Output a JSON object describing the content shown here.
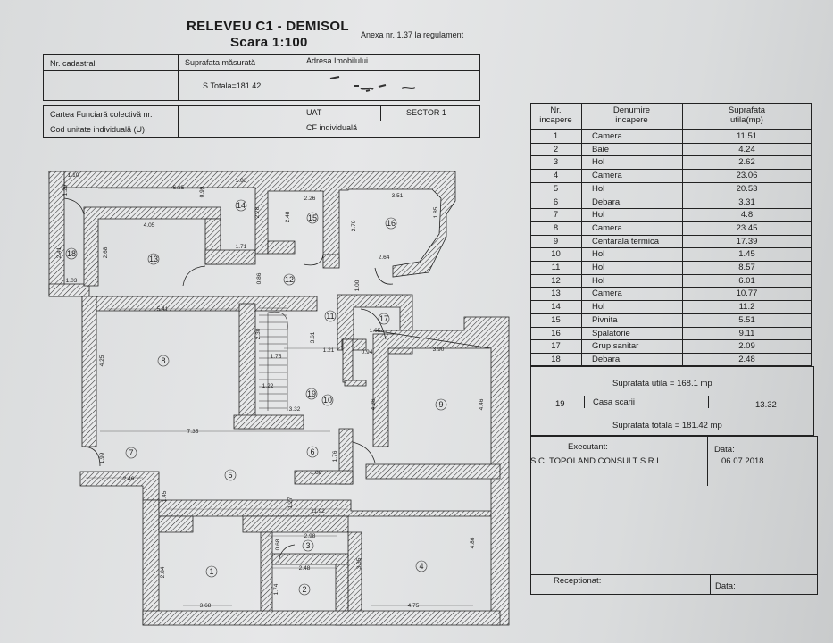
{
  "header": {
    "title": "RELEVEU C1 - DEMISOL",
    "scale": "Scara 1:100",
    "annex": "Anexa nr. 1.37 la regulament"
  },
  "info1": {
    "cadastral_label": "Nr. cadastral",
    "surface_label": "Suprafata măsurată",
    "address_label": "Adresa Imobilului",
    "total": "S.Totala=181.42"
  },
  "info2": {
    "carte_label": "Cartea Funciară colectivă nr.",
    "uat_label": "UAT",
    "sector": "SECTOR 1",
    "cod_label": "Cod unitate individuală (U)",
    "cf_label": "CF individuală"
  },
  "rooms_table": {
    "headers": {
      "nr": "Nr.\nincapere",
      "name": "Denumire\nincapere",
      "area": "Suprafata\nutila(mp)"
    },
    "rows": [
      {
        "nr": "1",
        "name": "Camera",
        "area": "11.51"
      },
      {
        "nr": "2",
        "name": "Baie",
        "area": "4.24"
      },
      {
        "nr": "3",
        "name": "Hol",
        "area": "2.62"
      },
      {
        "nr": "4",
        "name": "Camera",
        "area": "23.06"
      },
      {
        "nr": "5",
        "name": "Hol",
        "area": "20.53"
      },
      {
        "nr": "6",
        "name": "Debara",
        "area": "3.31"
      },
      {
        "nr": "7",
        "name": "Hol",
        "area": "4.8"
      },
      {
        "nr": "8",
        "name": "Camera",
        "area": "23.45"
      },
      {
        "nr": "9",
        "name": "Centarala termica",
        "area": "17.39"
      },
      {
        "nr": "10",
        "name": "Hol",
        "area": "1.45"
      },
      {
        "nr": "11",
        "name": "Hol",
        "area": "8.57"
      },
      {
        "nr": "12",
        "name": "Hol",
        "area": "6.01"
      },
      {
        "nr": "13",
        "name": "Camera",
        "area": "10.77"
      },
      {
        "nr": "14",
        "name": "Hol",
        "area": "11.2"
      },
      {
        "nr": "15",
        "name": "Pivnita",
        "area": "5.51"
      },
      {
        "nr": "16",
        "name": "Spalatorie",
        "area": "9.11"
      },
      {
        "nr": "17",
        "name": "Grup sanitar",
        "area": "2.09"
      },
      {
        "nr": "18",
        "name": "Debara",
        "area": "2.48"
      }
    ],
    "useful": "Suprafata utila = 168.1 mp",
    "stair": {
      "nr": "19",
      "name": "Casa scarii",
      "area": "13.32"
    },
    "total": "Suprafata totala = 181.42 mp"
  },
  "signature": {
    "executant_label": "Executant:",
    "company": "S.C. TOPOLAND CONSULT S.R.L.",
    "date_label": "Data:",
    "date": "06.07.2018",
    "receptionat_label": "Receptionat:",
    "date2_label": "Data:"
  },
  "plan": {
    "room_numbers": [
      "1",
      "2",
      "3",
      "4",
      "5",
      "6",
      "7",
      "8",
      "9",
      "10",
      "11",
      "12",
      "13",
      "14",
      "15",
      "16",
      "17",
      "18",
      "19"
    ],
    "dims": [
      "1.10",
      "6.35",
      "1.83",
      "0.99",
      "2.78",
      "2.26",
      "2.48",
      "3.51",
      "1.85",
      "2.70",
      "1.29",
      "2.41",
      "1.03",
      "2.68",
      "4.05",
      "1.71",
      "0.86",
      "2.64",
      "1.00",
      "5.41",
      "2.30",
      "3.61",
      "1.75",
      "1.21",
      "0.94",
      "1.65",
      "3.90",
      "1.22",
      "4.25",
      "3.32",
      "4.36",
      "4.46",
      "7.35",
      "1.76",
      "1.99",
      "1.88",
      "2.46",
      "1.45",
      "1.27",
      "11.92",
      "2.98",
      "0.68",
      "2.48",
      "2.84",
      "1.74",
      "3.35",
      "4.86",
      "3.68",
      "4.75"
    ]
  }
}
